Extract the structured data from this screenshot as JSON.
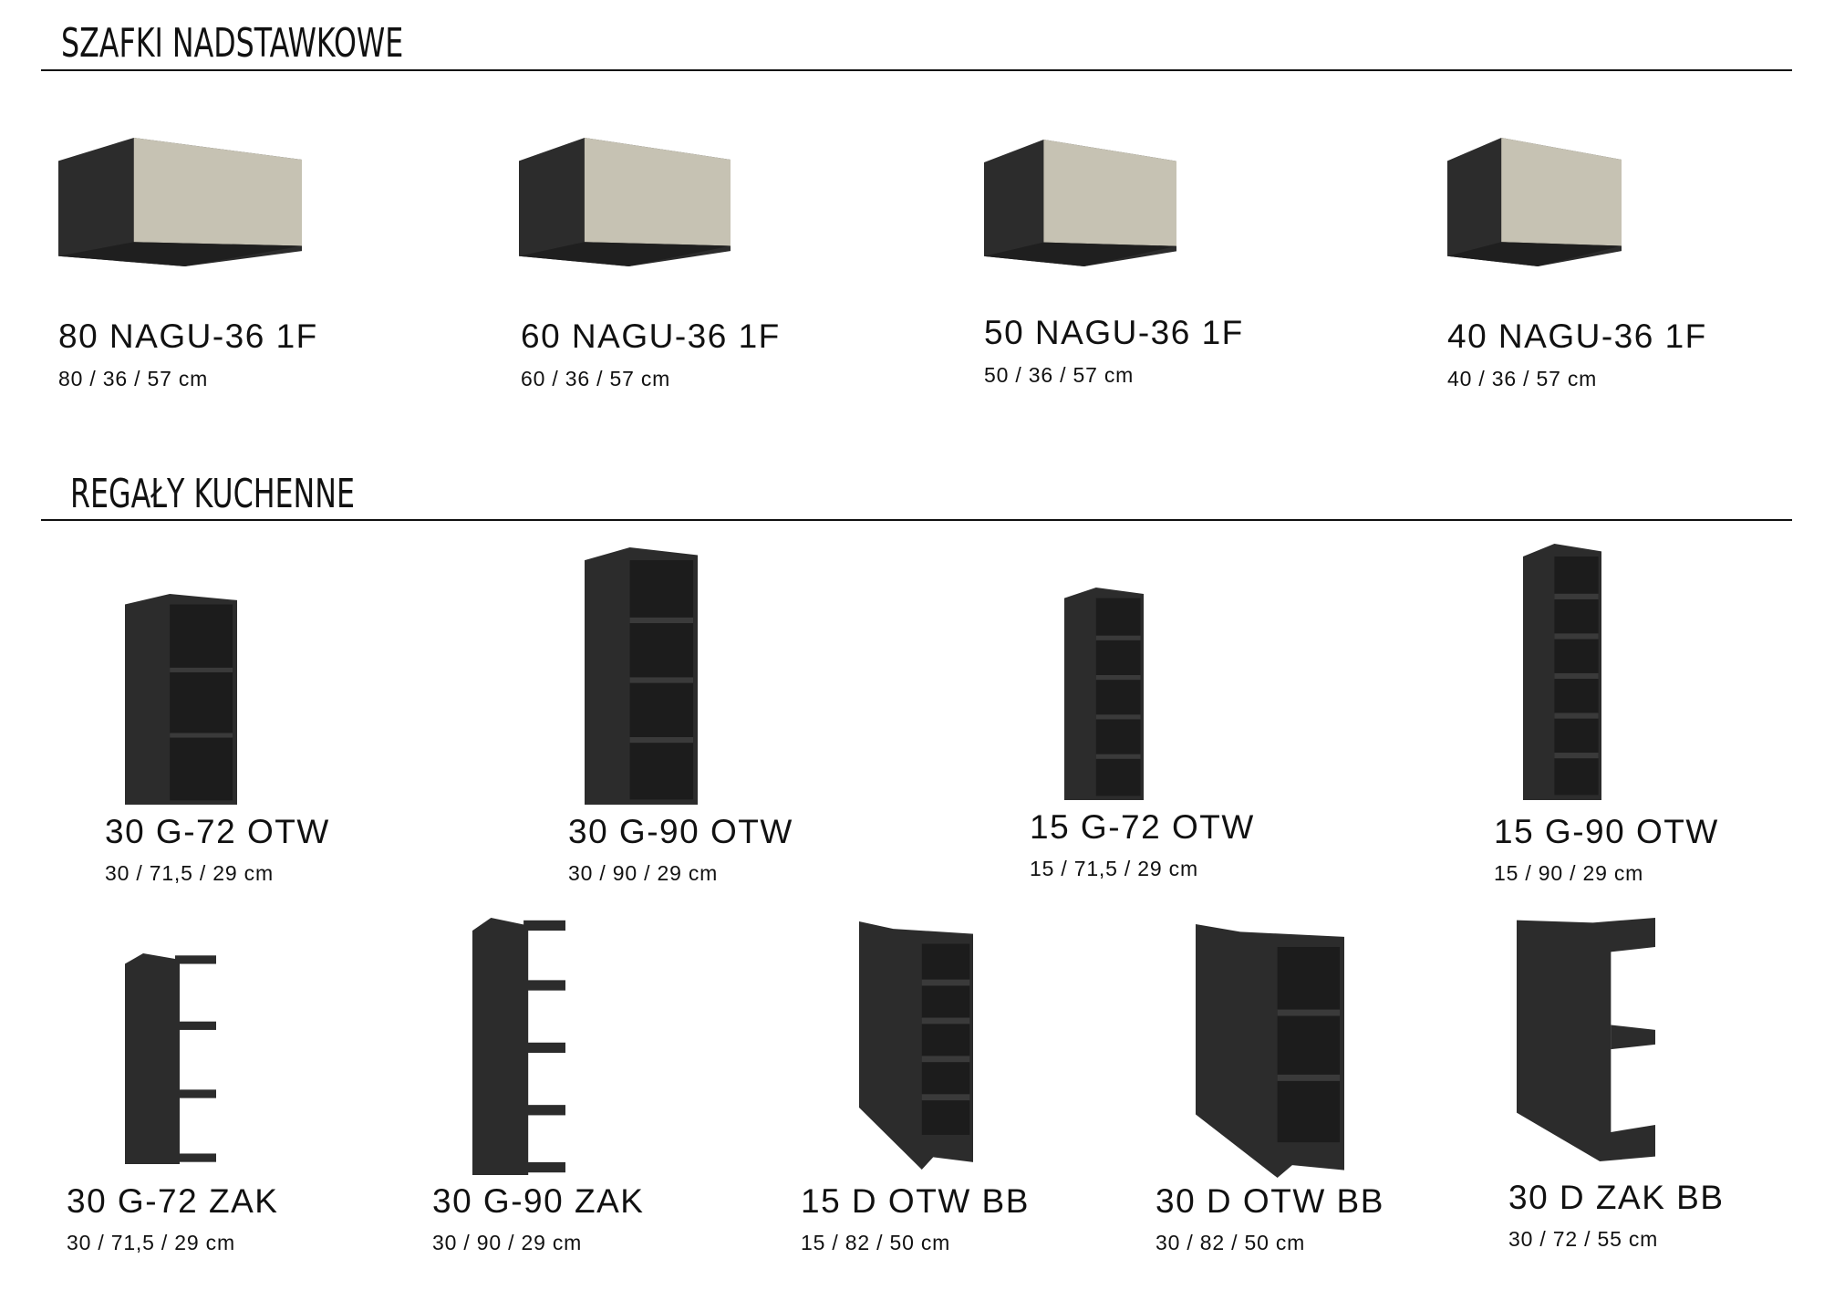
{
  "sections": [
    {
      "title": "SZAFKI NADSTAWKOWE",
      "items": [
        {
          "name": "80 NAGU-36 1F",
          "dims": "80 / 36 / 57 cm"
        },
        {
          "name": "60 NAGU-36 1F",
          "dims": "60 / 36 / 57 cm"
        },
        {
          "name": "50 NAGU-36 1F",
          "dims": "50 / 36 / 57 cm"
        },
        {
          "name": "40 NAGU-36 1F",
          "dims": "40 / 36 / 57 cm"
        }
      ]
    },
    {
      "title": "REGAŁY KUCHENNE",
      "items": [
        {
          "name": "30 G-72 OTW",
          "dims": "30 / 71,5 / 29 cm"
        },
        {
          "name": "30 G-90 OTW",
          "dims": "30 / 90 / 29 cm"
        },
        {
          "name": "15 G-72 OTW",
          "dims": "15 / 71,5 / 29 cm"
        },
        {
          "name": "15 G-90 OTW",
          "dims": "15 / 90 / 29 cm"
        },
        {
          "name": "30 G-72 ZAK",
          "dims": "30 / 71,5 / 29 cm"
        },
        {
          "name": "30 G-90 ZAK",
          "dims": "30 / 90 / 29 cm"
        },
        {
          "name": "15 D OTW BB",
          "dims": "15 / 82 / 50 cm"
        },
        {
          "name": "30 D OTW BB",
          "dims": "30 / 82 / 50 cm"
        },
        {
          "name": "30 D ZAK BB",
          "dims": "30 / 72 / 55 cm"
        }
      ]
    }
  ],
  "colors": {
    "body": "#2c2c2c",
    "inner": "#1c1c1c",
    "front": "#c6c2b3",
    "text": "#111111"
  }
}
